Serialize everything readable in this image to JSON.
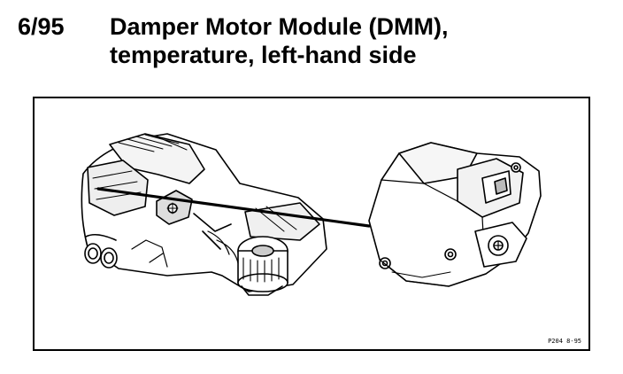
{
  "page": {
    "reference_number": "6/95",
    "title_line_1": "Damper Motor Module (DMM),",
    "title_line_2": "temperature, left-hand side"
  },
  "figure": {
    "code": "P204 8-95",
    "components": [
      "hvac-housing-illustration",
      "damper-motor-module-illustration"
    ]
  }
}
